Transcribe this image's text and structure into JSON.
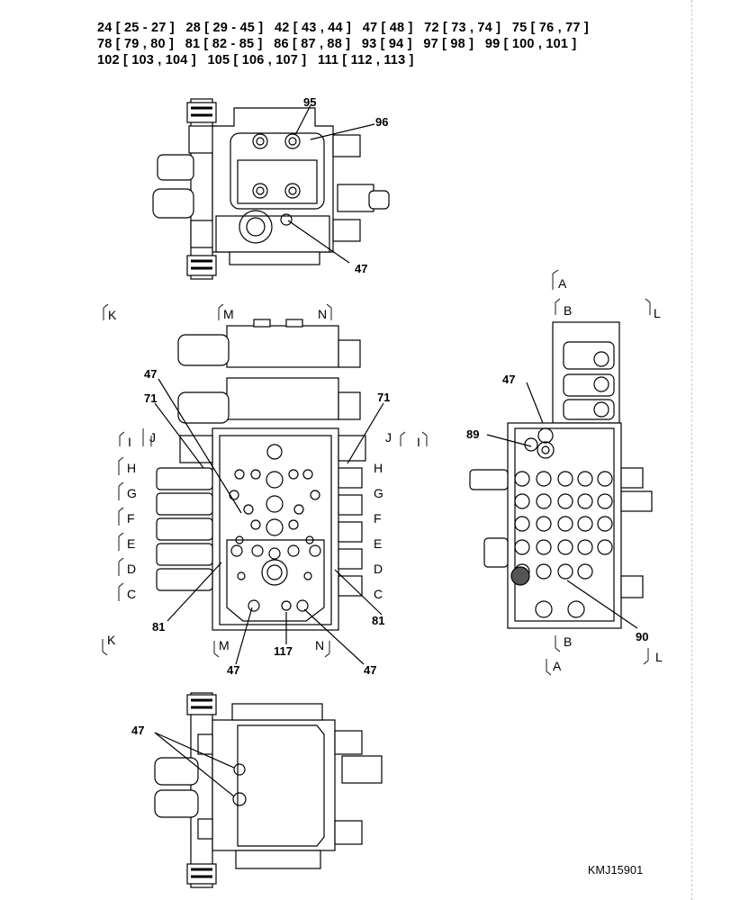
{
  "header": {
    "line1": "24 [ 25 - 27 ]   28 [ 29 - 45 ]   42 [ 43 , 44 ]   47 [ 48 ]   72 [ 73 , 74 ]   75 [ 76 , 77 ]",
    "line2": "78 [ 79 , 80 ]   81 [ 82 - 85 ]   86 [ 87 , 88 ]   93 [ 94 ]   97 [ 98 ]   99 [ 100 , 101 ]",
    "line3": "102 [ 103 , 104 ]   105 [ 106 , 107 ]   111 [ 112 , 113 ]"
  },
  "top_view": {
    "callouts": [
      "95",
      "96",
      "47"
    ]
  },
  "front_view": {
    "callouts": [
      "47",
      "71",
      "71",
      "81",
      "81",
      "117",
      "47",
      "47"
    ],
    "section_labels": [
      "K",
      "M",
      "N",
      "J",
      "I",
      "H",
      "G",
      "F",
      "E",
      "D",
      "C",
      "J",
      "I",
      "H",
      "G",
      "F",
      "E",
      "D",
      "C",
      "K",
      "M",
      "N"
    ]
  },
  "side_view": {
    "callouts": [
      "47",
      "89",
      "90"
    ],
    "section_labels": [
      "A",
      "B",
      "L",
      "B",
      "A",
      "L"
    ]
  },
  "bottom_view": {
    "callouts": [
      "47"
    ]
  },
  "drawing_code": "KMJ15901"
}
